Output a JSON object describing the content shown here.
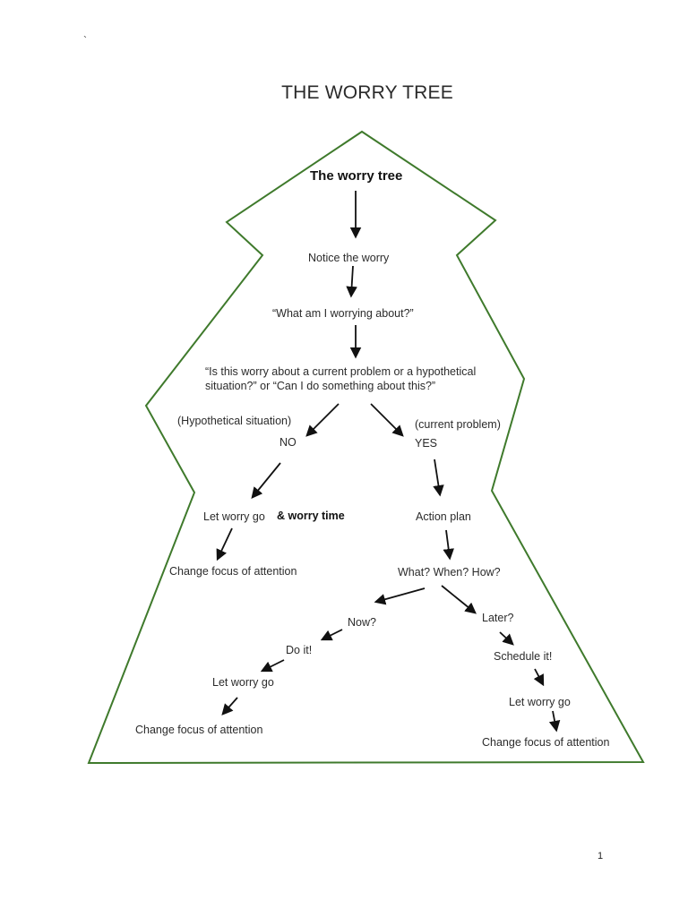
{
  "page": {
    "tick": "`",
    "title": "THE WORRY TREE",
    "page_number": "1"
  },
  "tree": {
    "heading": "The worry tree",
    "notice": "Notice the worry",
    "what_worrying": "“What am I worrying about?”",
    "question_line1": "“Is this worry about a current problem or a hypothetical",
    "question_line2": "situation?” or “Can I do something about this?”",
    "hypothetical": "(Hypothetical situation)",
    "no": "NO",
    "current_problem": "(current problem)",
    "yes": "YES",
    "let_go_left": "Let worry go",
    "worry_time": "& worry time",
    "change_focus_left": "Change focus of attention",
    "action_plan": "Action plan",
    "what_when_how": "What? When? How?",
    "now": "Now?",
    "later": "Later?",
    "do_it": "Do it!",
    "schedule_it": "Schedule it!",
    "let_go_now": "Let worry go",
    "change_focus_now": "Change focus of attention",
    "let_go_later": "Let worry go",
    "change_focus_later": "Change focus of attention"
  },
  "colors": {
    "outline": "#3f7a2c",
    "arrow": "#111111"
  }
}
